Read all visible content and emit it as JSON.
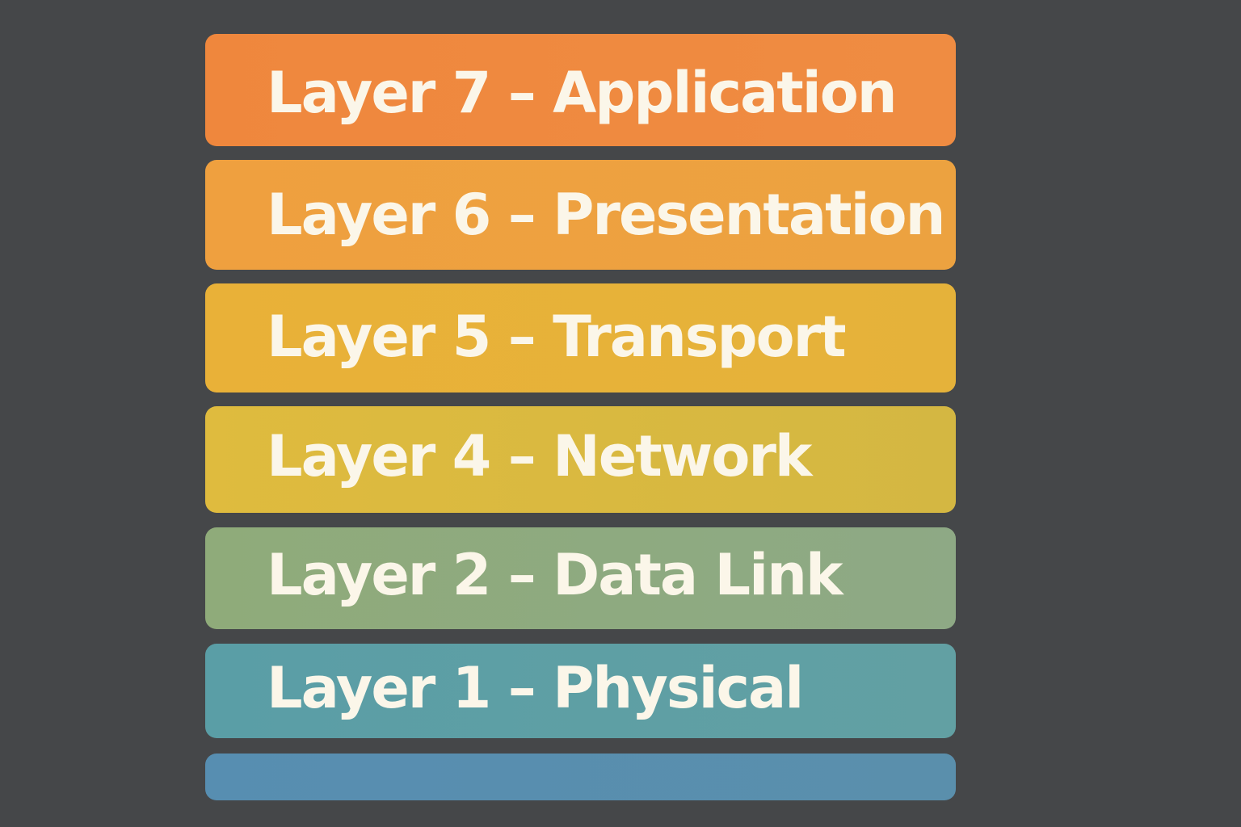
{
  "diagram": {
    "layers": [
      {
        "label": "Layer 7 – Application",
        "color": "#ef8a40"
      },
      {
        "label": "Layer 6 – Presentation",
        "color": "#eea140"
      },
      {
        "label": "Layer 5 – Transport",
        "color": "#e7b239"
      },
      {
        "label": "Layer 4 – Network",
        "color": "#d9b940"
      },
      {
        "label": "Layer 2 – Data Link",
        "color": "#8faa80"
      },
      {
        "label": "Layer 1 – Physical",
        "color": "#5e9fa5"
      },
      {
        "label": "",
        "color": "#588eae"
      }
    ],
    "background_color": "#454749",
    "text_color": "#fbf6e9"
  }
}
